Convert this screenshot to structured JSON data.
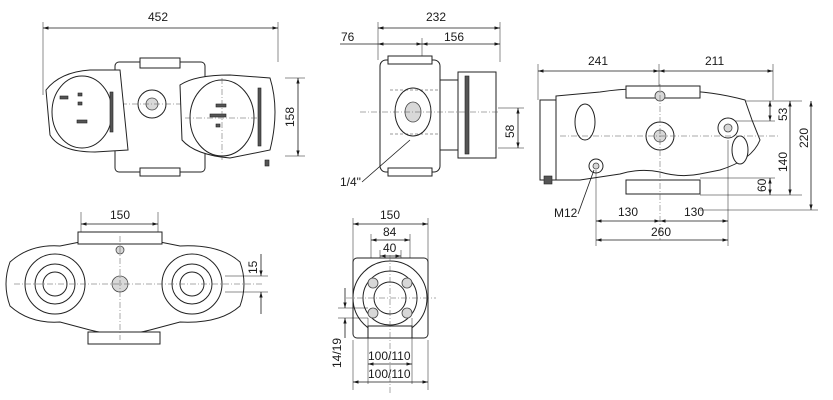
{
  "dimensions": {
    "front_width": "452",
    "front_height": "158",
    "side_width": "232",
    "side_left": "76",
    "side_right": "156",
    "side_port_height": "58",
    "side_thread": "1/4\"",
    "top_left": "241",
    "top_right": "211",
    "top_53": "53",
    "top_140": "140",
    "top_220": "220",
    "top_60": "60",
    "top_bolt": "M12",
    "top_130_left": "130",
    "top_130_right": "130",
    "top_260": "260",
    "bottom_150": "150",
    "bottom_15": "15",
    "flange_150": "150",
    "flange_84": "84",
    "flange_40": "40",
    "flange_holes": "14/19",
    "flange_bolt_circle_1": "100/110",
    "flange_bolt_circle_2": "100/110"
  }
}
